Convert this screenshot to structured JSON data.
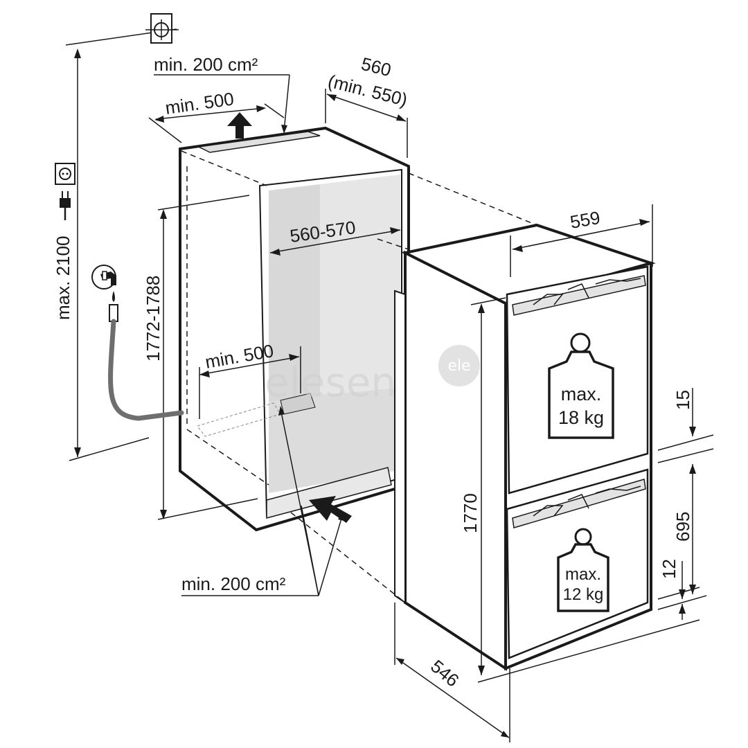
{
  "dimensions": {
    "top_vent_area": "min. 200 cm²",
    "top_vent_width": "min. 500",
    "niche_width": "560",
    "niche_width_min": "(min. 550)",
    "max_height": "max. 2100",
    "niche_height": "1772-1788",
    "inner_width": "560-570",
    "bottom_vent_width": "min. 500",
    "bottom_vent_area": "min. 200 cm²",
    "appliance_width": "559",
    "appliance_height": "1770",
    "appliance_depth": "546",
    "gap_top": "15",
    "drawer_height": "695",
    "gap_bottom": "12"
  },
  "weights": {
    "upper_label": "max.",
    "upper_value": "18 kg",
    "lower_label": "max.",
    "lower_value": "12 kg"
  },
  "watermark": {
    "text": "elesen",
    "badge": "ele"
  },
  "icons": [
    "ventilation-icon",
    "power-socket-icon",
    "plug-icon",
    "water-tap-icon"
  ],
  "colors": {
    "line": "#1a1a1a",
    "niche_interior": "#d8d8d8",
    "hose": "#6e6e6e",
    "watermark": "#cfcfcf"
  }
}
